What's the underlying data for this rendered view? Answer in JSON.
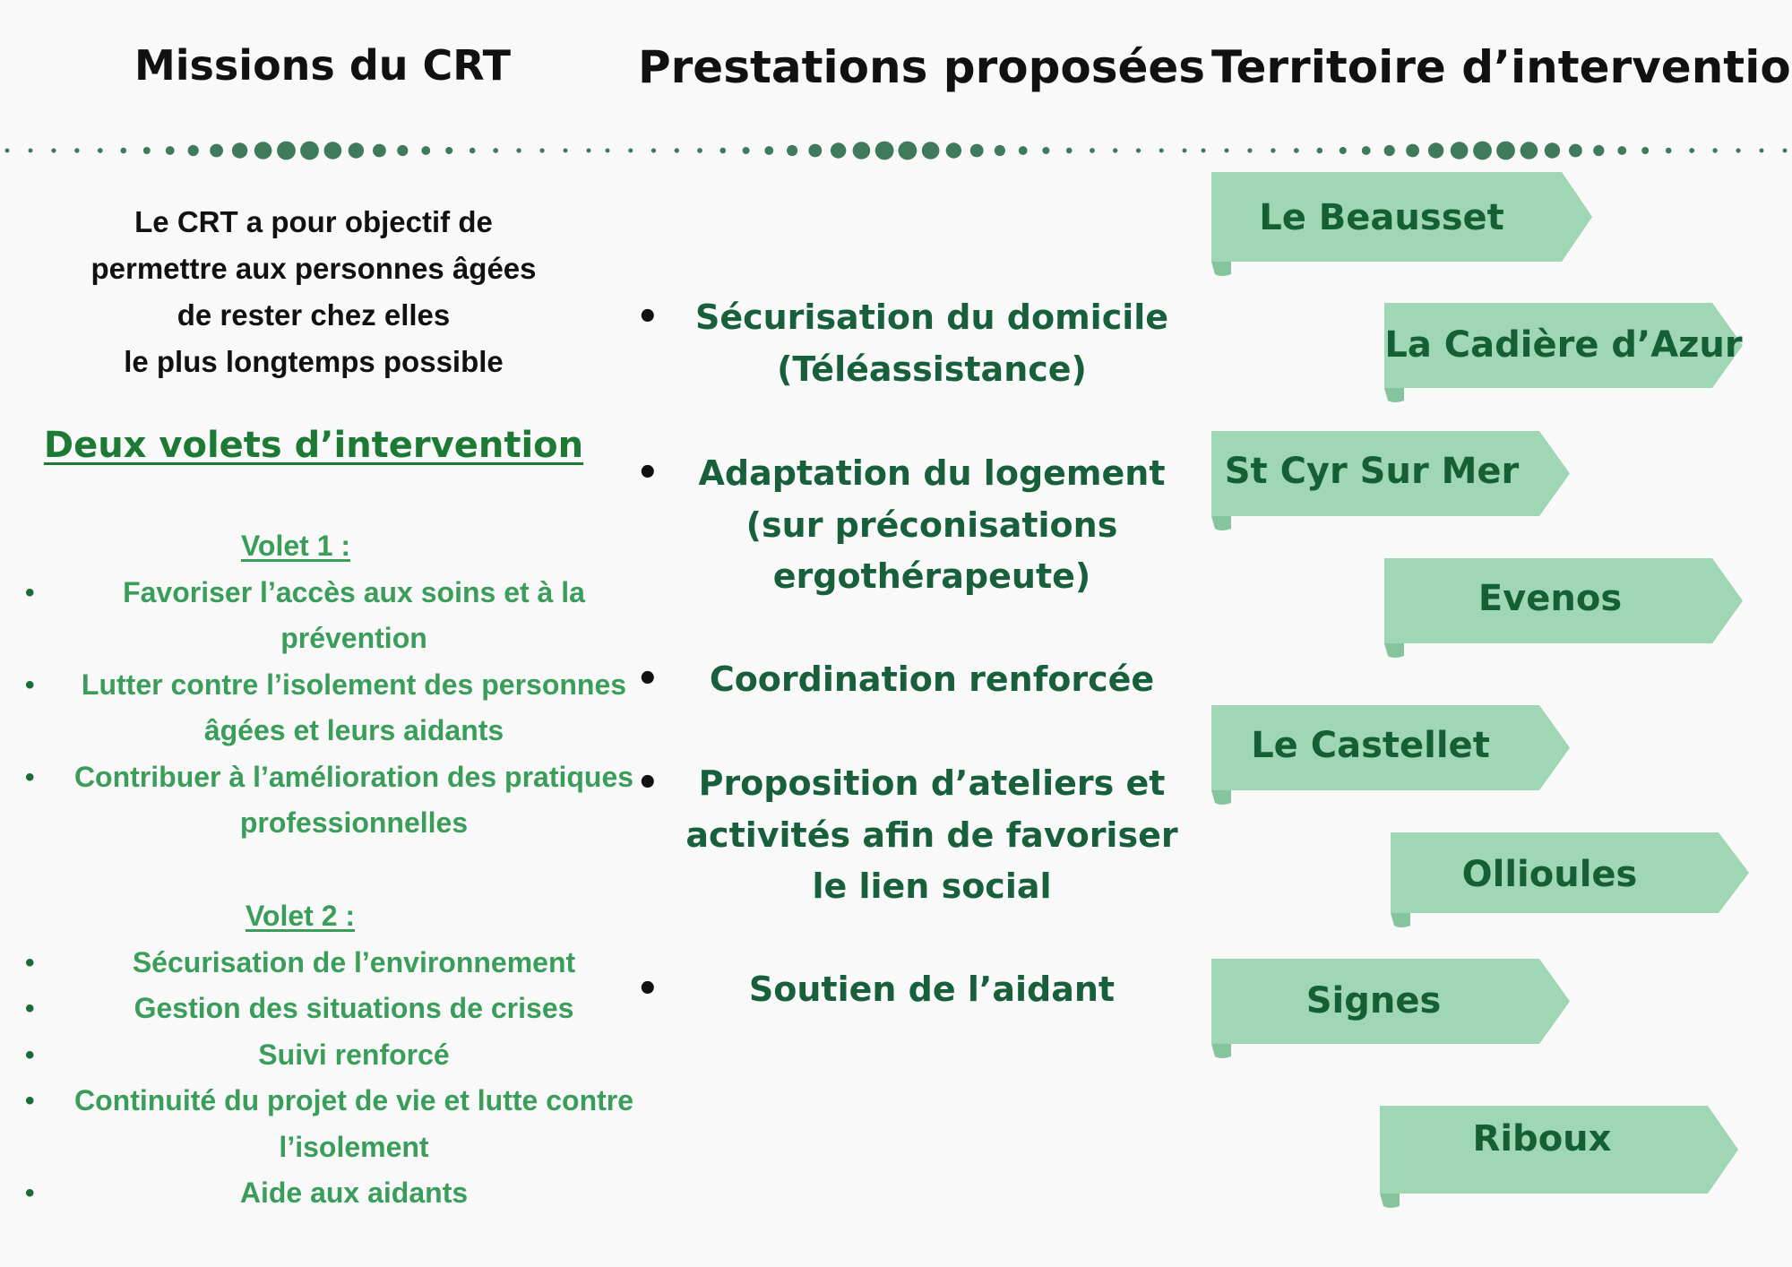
{
  "headers": {
    "missions": "Missions du CRT",
    "prestations": "Prestations proposées",
    "territoire": "Territoire d’intervention"
  },
  "colors": {
    "dark_green": "#155f35",
    "text_green": "#3a9d5a",
    "ribbon_fill": "#9fd6b4",
    "ribbon_fold": "#86c49e",
    "dots": "#3f7a5b"
  },
  "missions": {
    "intro_lines": [
      "Le CRT a pour objectif de",
      "permettre aux personnes âgées",
      "de rester chez elles",
      "le plus longtemps possible"
    ],
    "section_title": "Deux volets d’intervention",
    "volet1": {
      "title": "Volet 1 :",
      "items": [
        "Favoriser l’accès aux soins et à la prévention",
        "Lutter contre l’isolement des personnes âgées et leurs aidants",
        "Contribuer à l’amélioration des pratiques professionnelles"
      ]
    },
    "volet2": {
      "title": "Volet 2 :",
      "items": [
        "Sécurisation de l’environnement",
        "Gestion des situations de crises",
        "Suivi renforcé",
        "Continuité du projet de vie et lutte contre l’isolement",
        "Aide aux aidants"
      ]
    }
  },
  "prestations": [
    "Sécurisation du domicile (Téléassistance)",
    "Adaptation du logement (sur préconisations ergothérapeute)",
    "Coordination renforcée",
    "Proposition d’ateliers et activités afin de favoriser le lien social",
    "Soutien de l’aidant"
  ],
  "territoire": [
    "Le Beausset",
    "La Cadière d’Azur",
    "St Cyr Sur Mer",
    "Evenos",
    "Le Castellet",
    "Ollioules",
    "Signes",
    "Riboux"
  ]
}
